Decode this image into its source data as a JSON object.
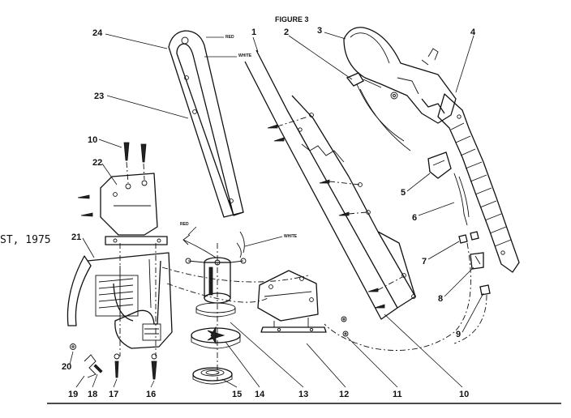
{
  "figure_title": "FIGURE 3",
  "side_text": "ST, 1975",
  "wire_labels": {
    "red_top": "RED",
    "white_top": "WHITE",
    "red_mid": "RED",
    "white_mid": "WHITE"
  },
  "callouts": [
    "1",
    "2",
    "3",
    "4",
    "5",
    "6",
    "7",
    "8",
    "9",
    "10",
    "11",
    "12",
    "13",
    "14",
    "15",
    "16",
    "17",
    "18",
    "19",
    "20",
    "21",
    "22",
    "23",
    "24"
  ]
}
